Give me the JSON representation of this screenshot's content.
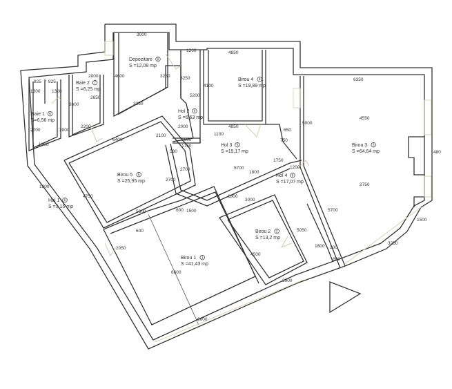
{
  "rooms": [
    {
      "name": "Depozitare",
      "number": "8",
      "area": "S =12,08 mp"
    },
    {
      "name": "Baie 2",
      "number": "7",
      "area": "S =6,25 mp"
    },
    {
      "name": "Baie 1",
      "number": "6",
      "area": "S=6,56 mp"
    },
    {
      "name": "Hol 2",
      "number": "9",
      "area": "S =6,63 mp"
    },
    {
      "name": "Birou 4",
      "number": "4",
      "area": "S =19,89 mp"
    },
    {
      "name": "Hol 3",
      "number": "5",
      "area": "S =15,17 mp"
    },
    {
      "name": "Birou 3",
      "number": "3",
      "area": "S =64,64 mp"
    },
    {
      "name": "Birou 5",
      "number": "5",
      "area": "S =25,95 mp"
    },
    {
      "name": "Hol 1",
      "number": "6",
      "area": "S =3,15 mp"
    },
    {
      "name": "Hol 4",
      "number": "6",
      "area": "S =17,07 mp"
    },
    {
      "name": "Birou 2",
      "number": "2",
      "area": "S =13,2 mp"
    },
    {
      "name": "Birou 1",
      "number": "1",
      "area": "S =41,43 mp"
    }
  ],
  "dimensions": [
    "3000",
    "3250",
    "4600",
    "3350",
    "1200",
    "3250",
    "5200",
    "4100",
    "4850",
    "4850",
    "6350",
    "5000",
    "4550",
    "480",
    "2750",
    "1500",
    "3250",
    "2000",
    "2650",
    "3600",
    "2200",
    "825",
    "825",
    "1300",
    "1300",
    "2000",
    "2700",
    "1900",
    "6400",
    "2100",
    "2000",
    "1600",
    "1750",
    "580",
    "1100",
    "650",
    "750",
    "2700",
    "2700",
    "5700",
    "1800",
    "1200",
    "1750",
    "1800",
    "4750",
    "5300",
    "600",
    "1500",
    "1800",
    "3000",
    "600",
    "2050",
    "6600",
    "4500",
    "5050",
    "1800",
    "200",
    "600",
    "2900",
    "6600",
    "5700"
  ],
  "north_arrow": "triangle"
}
